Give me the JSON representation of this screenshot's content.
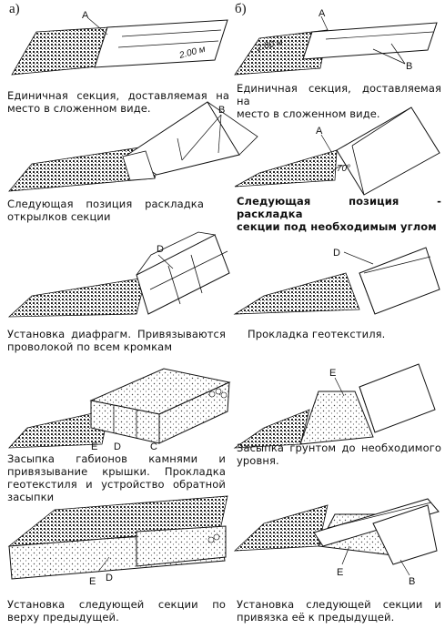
{
  "columns": {
    "left": "а)",
    "right": "б)"
  },
  "left": {
    "step1": {
      "caption": [
        "Единичная секция, доставляемая на",
        "место в сложенном виде."
      ],
      "labels": {
        "A": "A",
        "dim": "2.00 м"
      }
    },
    "step2": {
      "caption": [
        "Следующая позиция раскладка",
        "открылков секции"
      ],
      "labels": {
        "B": "B"
      }
    },
    "step3": {
      "caption": [
        "Установка диафрагм. Привязываются",
        "проволокой по всем кромкам"
      ],
      "labels": {
        "D": "D"
      }
    },
    "step4": {
      "caption": [
        "Засыпка габионов камнями и",
        "привязывание крышки. Прокладка",
        "геотекстиля и устройство обратной",
        "засыпки"
      ],
      "labels": {
        "E": "E",
        "D": "D",
        "C": "C"
      }
    },
    "step5": {
      "caption": [
        "Установка следующей секции по",
        "верху предыдущей."
      ],
      "labels": {
        "E": "E",
        "D": "D"
      }
    }
  },
  "right": {
    "step1": {
      "caption": [
        "Единичная секция, доставляемая на",
        "место в сложенном виде."
      ],
      "labels": {
        "A": "A",
        "B": "B",
        "dim": "2.00 м"
      }
    },
    "step2": {
      "caption": [
        "Следующая позиция - раскладка",
        "секции под необходимым углом"
      ],
      "labels": {
        "A": "A",
        "angle": "70°"
      }
    },
    "step3": {
      "caption": [
        "Прокладка геотекстиля."
      ],
      "labels": {
        "D": "D"
      }
    },
    "step4": {
      "caption": [
        "Засыпка грунтом до необходимого",
        "уровня."
      ],
      "labels": {
        "E": "E"
      }
    },
    "step5": {
      "caption": [
        "Установка следующей секции и",
        "привязка её к предыдущей."
      ],
      "labels": {
        "E": "E",
        "B": "B"
      }
    }
  }
}
